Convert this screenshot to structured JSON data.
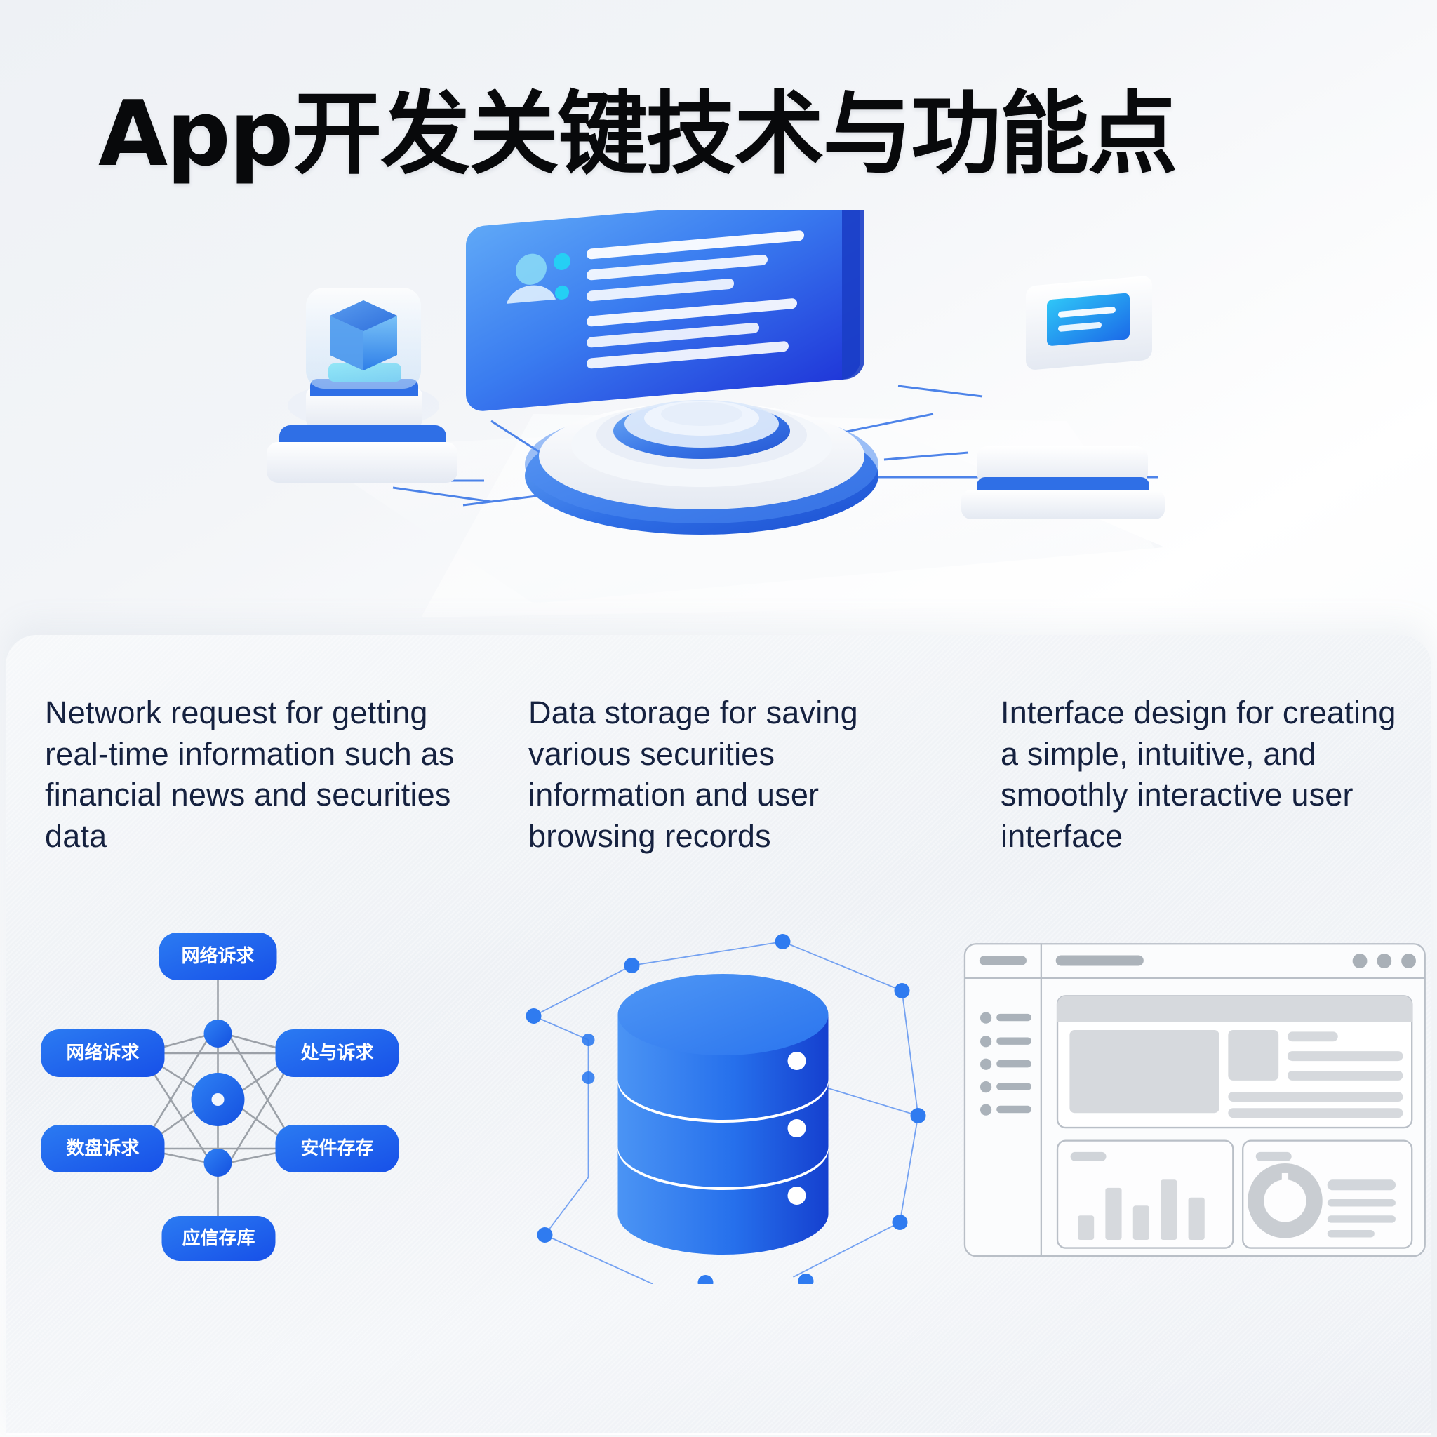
{
  "header": {
    "title": "App开发关键技术与功能点"
  },
  "theme": {
    "accent_blue": "#1f6eeb",
    "deep_blue": "#1b4fd8",
    "cyan": "#23d3f5",
    "text_navy": "#15213f",
    "title_black": "#08090b",
    "panel_bg": "#eef1f5",
    "wire_gray": "#c9cfd6",
    "node_line": "#8d939b"
  },
  "hero": {
    "name": "isometric-3d-tech-illustration",
    "elements": [
      {
        "name": "cube-icon-tile",
        "label": "3D cube on glowing pad"
      },
      {
        "name": "main-monitor",
        "label": "Blue gradient screen with user avatar and text lines"
      },
      {
        "name": "secondary-monitor",
        "label": "Small white monitor with blue screen"
      },
      {
        "name": "circular-platform",
        "label": "Layered circular base"
      },
      {
        "name": "connector-lines",
        "label": "Blue connecting wires"
      }
    ]
  },
  "columns": [
    {
      "id": "network-request",
      "text": "Network request for getting real-time information such as financial news and securities data",
      "art": "network-graph"
    },
    {
      "id": "data-storage",
      "text": "Data storage for saving various securities information and user browsing records",
      "art": "database-cylinder"
    },
    {
      "id": "interface-design",
      "text": "Interface design for creating a simple, intuitive, and smoothly interactive user interface",
      "art": "ui-wireframe"
    }
  ],
  "network_graph": {
    "pills": [
      {
        "pos": "top",
        "label": "网络诉求"
      },
      {
        "pos": "left-upper",
        "label": "网络诉求"
      },
      {
        "pos": "right-upper",
        "label": "处与诉求"
      },
      {
        "pos": "left-lower",
        "label": "数盘诉求"
      },
      {
        "pos": "right-lower",
        "label": "安件存存"
      },
      {
        "pos": "bottom",
        "label": "应信存库"
      }
    ],
    "hub_nodes": 3,
    "edge_color": "#8d939b"
  },
  "database_art": {
    "bands": 3,
    "side_dots": 3,
    "network_nodes": 10,
    "cylinder_top_color": "#3e8ef0",
    "cylinder_body_color": "#1c53dd"
  },
  "ui_wireframe": {
    "window_dots": 3,
    "sidebar_items": 5,
    "cards": [
      "hero-card",
      "bar-chart-card",
      "donut-chart-card"
    ],
    "bar_values": [
      22,
      58,
      38,
      72,
      48
    ]
  }
}
